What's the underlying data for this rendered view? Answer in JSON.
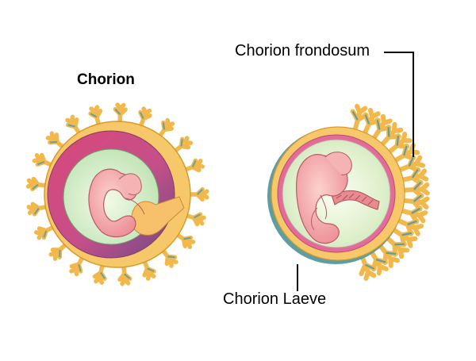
{
  "left_figure": {
    "title": "Chorion"
  },
  "right_figure": {
    "label_top": "Chorion frondosum",
    "label_bottom": "Chorion Laeve"
  },
  "colors": {
    "villi_fill": "#f6c25c",
    "villi_stroke": "#d89a2a",
    "villi_teal": "#5e9ea3",
    "outer_ring": "#f7c86a",
    "magenta_ring": "#c94f84",
    "purple_ring": "#7f4f86",
    "cavity_green": "#d6efc9",
    "cavity_pale": "#eef7e6",
    "embryo": "#f2a2a6",
    "embryo_stroke": "#b85b66",
    "stalk": "#f7c06b",
    "arrow": "#dfe7f7",
    "leader_line": "#000000"
  }
}
